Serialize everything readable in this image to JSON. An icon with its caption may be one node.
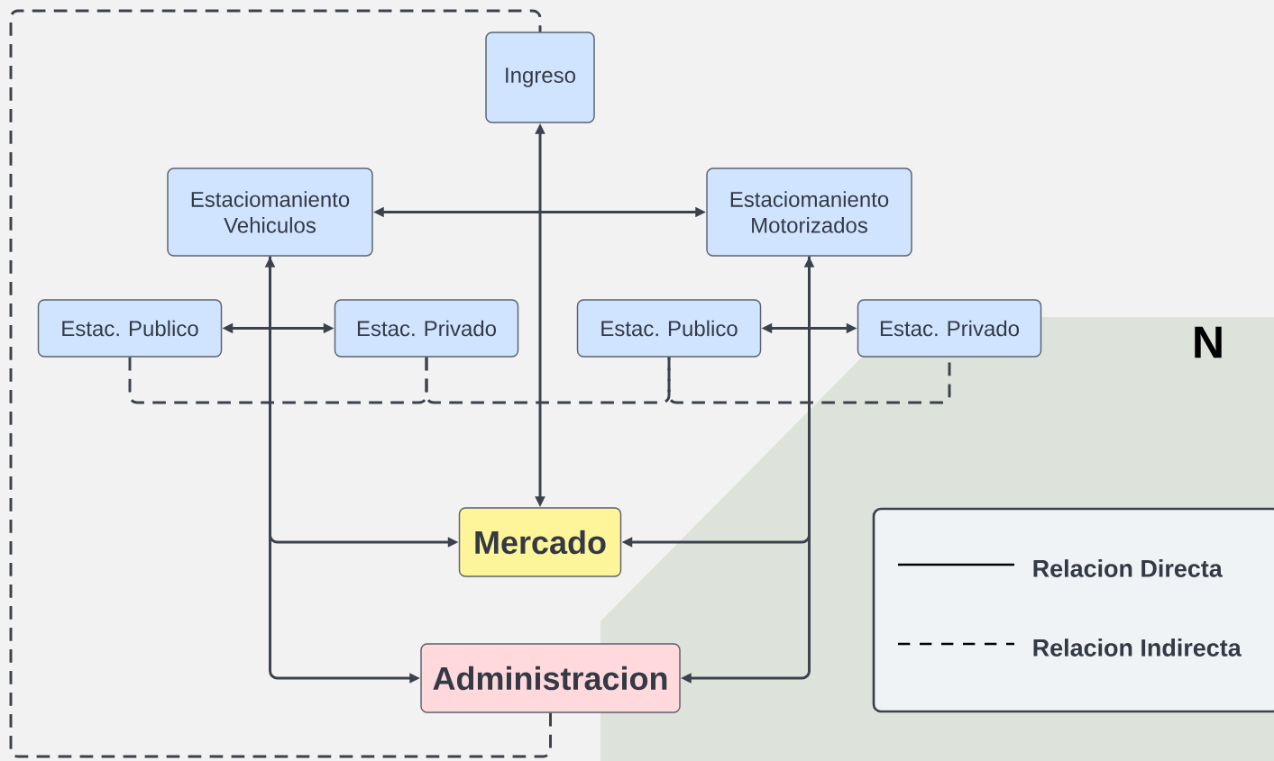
{
  "diagram": {
    "nodes": [
      {
        "text": [
          "Ingreso"
        ]
      },
      {
        "text": [
          "Estaciomaniento Vehiculos"
        ]
      },
      {
        "text": [
          "Estaciomaniento Motorizados"
        ]
      },
      {
        "text": [
          "Estac. Publico"
        ]
      },
      {
        "text": [
          "Estac. Privado"
        ]
      },
      {
        "text": [
          "Estac. Publico"
        ]
      },
      {
        "text": [
          "Estac. Privado"
        ]
      },
      {
        "text": [
          "Mercado"
        ]
      },
      {
        "text": [
          "Administracion"
        ]
      }
    ],
    "edges": [
      {
        "from": 7,
        "to": 0,
        "arrow": "both"
      },
      {
        "from": 1,
        "to": 2,
        "arrow": "both"
      },
      {
        "from": 3,
        "to": 4,
        "arrow": "both"
      },
      {
        "from": 1,
        "to": 7,
        "arrow": "to"
      },
      {
        "from": 1,
        "to": 8,
        "arrow": "both"
      },
      {
        "from": 5,
        "to": 6,
        "arrow": "both"
      },
      {
        "from": 2,
        "to": 7,
        "arrow": "to"
      },
      {
        "from": 2,
        "to": 8,
        "arrow": "both"
      },
      {
        "from": 3,
        "to": 4,
        "arrow": "none",
        "style": "dashed"
      },
      {
        "from": 4,
        "to": 5,
        "arrow": "none",
        "style": "dashed"
      },
      {
        "from": 5,
        "to": 6,
        "arrow": "none",
        "style": "dashed"
      },
      {
        "from": 8,
        "to": 0,
        "arrow": "none",
        "style": "dashed"
      }
    ],
    "labels": [
      "N"
    ],
    "legend": [
      {
        "text": "Relacion Directa"
      },
      {
        "text": "Relacion Indirecta"
      }
    ]
  }
}
